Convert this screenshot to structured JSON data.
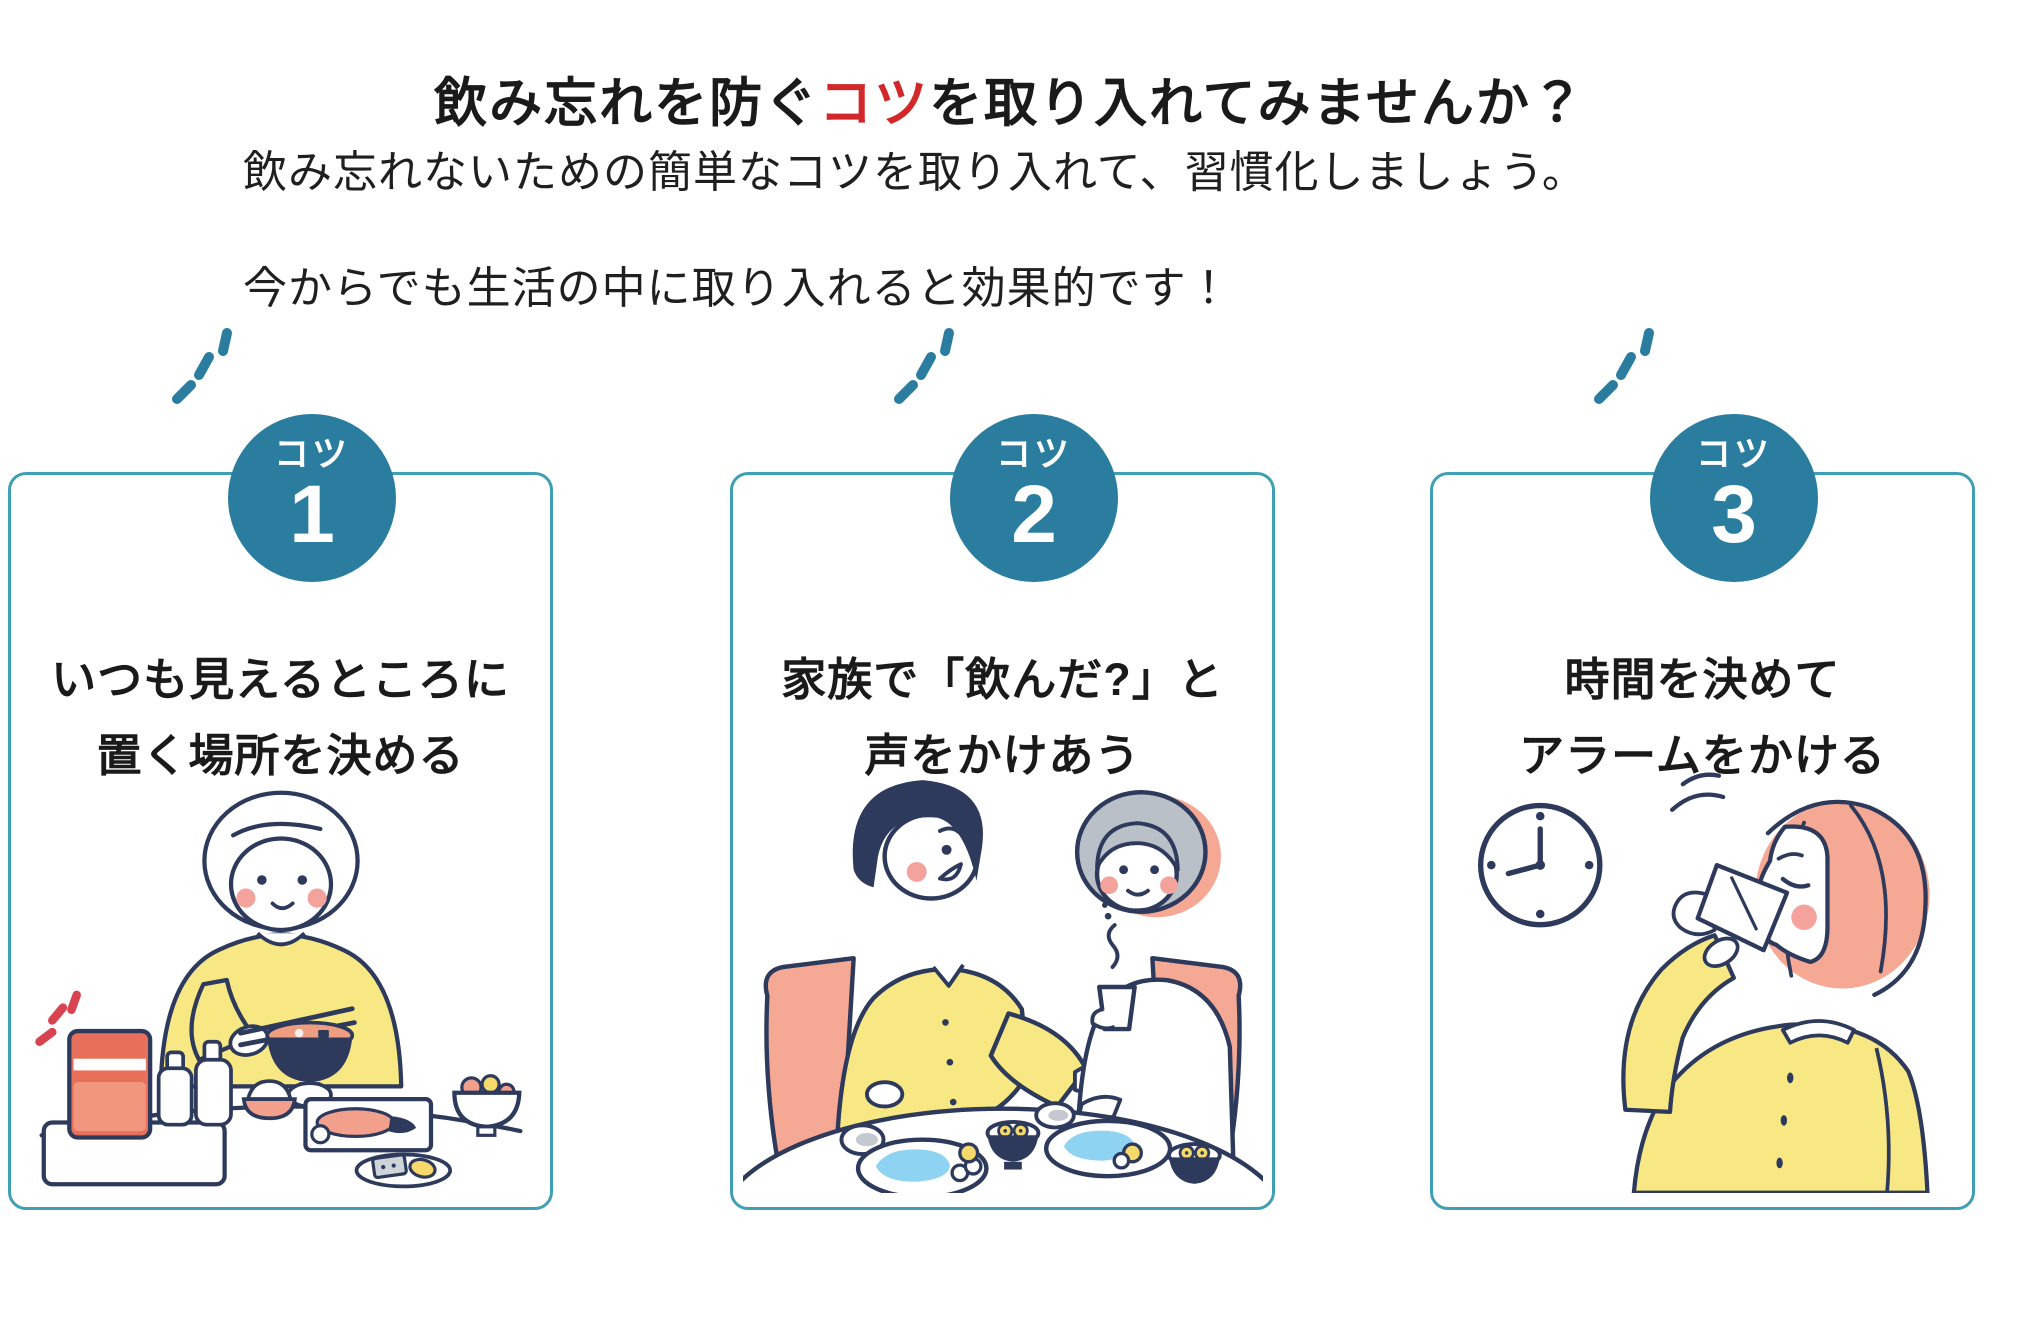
{
  "header": {
    "title_prefix": "飲み忘れを防ぐ",
    "title_highlight": "コツ",
    "title_suffix": "を取り入れてみませんか？",
    "subtitle_line1": "飲み忘れないための簡単なコツを取り入れて、習慣化しましょう。",
    "subtitle_line2": "今からでも生活の中に取り入れると効果的です！"
  },
  "cards": [
    {
      "badge_label": "コツ",
      "badge_number": "1",
      "title_line1": "いつも見えるところに",
      "title_line2": "置く場所を決める",
      "illustration": "senior-woman-eating-meal-with-medicine-pack-on-table"
    },
    {
      "badge_label": "コツ",
      "badge_number": "2",
      "title_line1": "家族で「飲んだ?」と",
      "title_line2": "声をかけあう",
      "illustration": "couple-talking-over-meal-at-dining-table"
    },
    {
      "badge_label": "コツ",
      "badge_number": "3",
      "title_line1": "時間を決めて",
      "title_line2": "アラームをかける",
      "illustration": "woman-taking-medicine-beside-wall-clock"
    }
  ],
  "colors": {
    "accent-red": "#d3282a",
    "badge-teal": "#2a7d9e",
    "card-border-teal": "#3fa0b4",
    "text-black": "#1a1a1a",
    "illus-navy": "#2e3a5c",
    "illus-yellow": "#f8e884",
    "illus-coral": "#f5a893",
    "illus-red": "#e8705a",
    "illus-salmon": "#ee9d80",
    "illus-blue": "#8fd3f2",
    "illus-gray": "#b9c0c7",
    "illus-cheek-pink": "#f4a39c",
    "sparkle-red": "#d94350"
  }
}
